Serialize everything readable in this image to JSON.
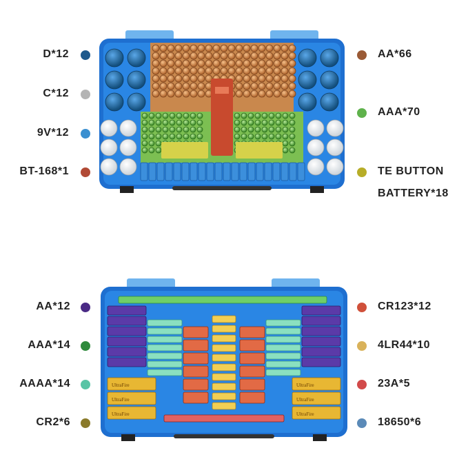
{
  "case_top": {
    "left_legend": [
      {
        "text": "D*12",
        "color": "#1f5a8c"
      },
      {
        "text": "C*12",
        "color": "#b4b4b4"
      },
      {
        "text": "9V*12",
        "color": "#3a8fd0"
      },
      {
        "text": "BT-168*1",
        "color": "#b14a35"
      }
    ],
    "right_legend": [
      {
        "text": "AA*66",
        "color": "#9a5a35"
      },
      {
        "text": "AAA*70",
        "color": "#5fb24c"
      },
      {
        "text": "TE BUTTON",
        "text2": "BATTERY*18",
        "color": "#b7ad28"
      }
    ]
  },
  "case_bottom": {
    "left_legend": [
      {
        "text": "AA*12",
        "color": "#4a2a85"
      },
      {
        "text": "AAA*14",
        "color": "#2f8a3c"
      },
      {
        "text": "AAAA*14",
        "color": "#58c4a5"
      },
      {
        "text": "CR2*6",
        "color": "#8a7a2a"
      }
    ],
    "right_legend": [
      {
        "text": "CR123*12",
        "color": "#d0503a"
      },
      {
        "text": "4LR44*10",
        "color": "#d9b25a"
      },
      {
        "text": "23A*5",
        "color": "#d24a4a"
      },
      {
        "text": "18650*6",
        "color": "#5b8ab8"
      }
    ],
    "brand_text": "UltraFire"
  }
}
